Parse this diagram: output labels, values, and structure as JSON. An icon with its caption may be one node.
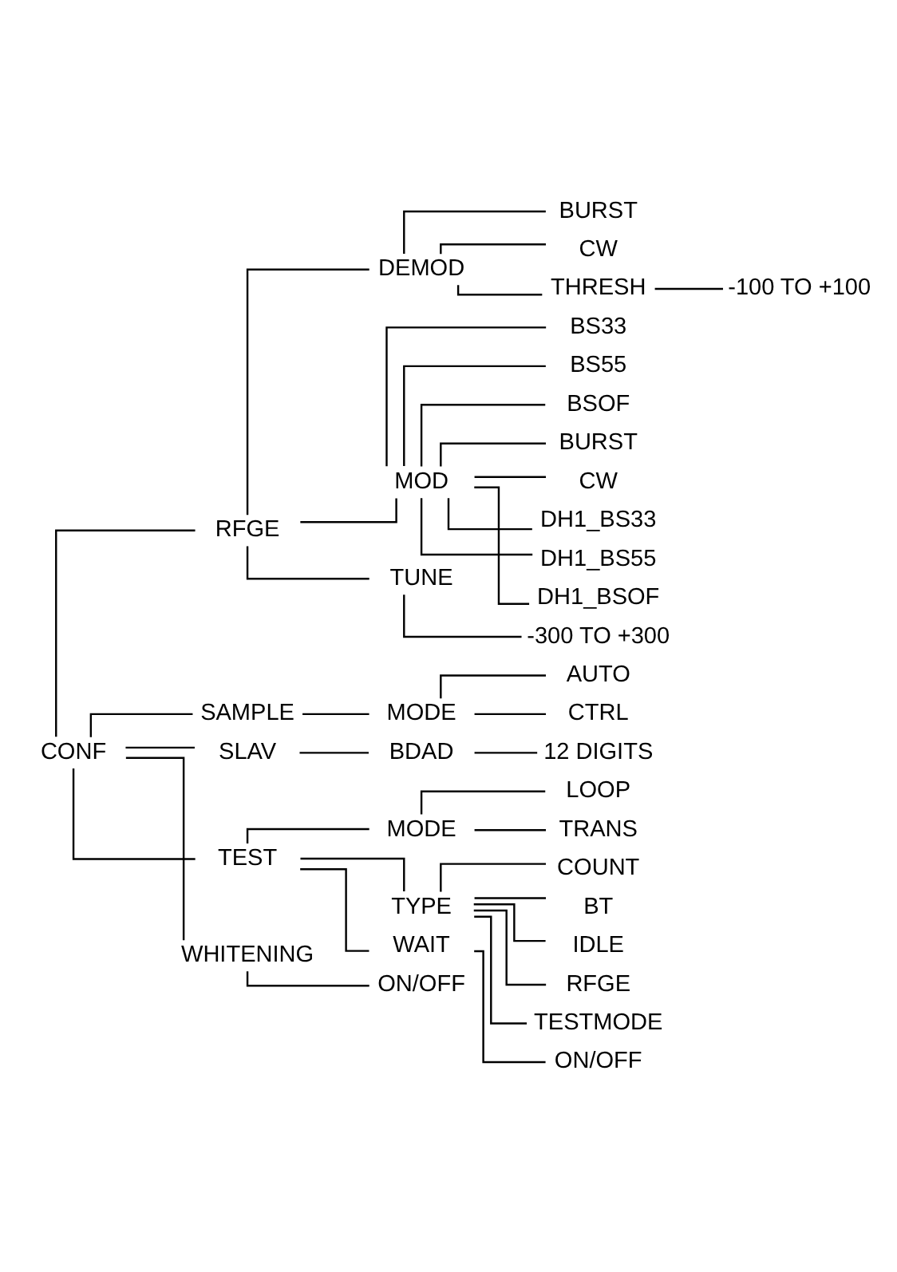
{
  "diagram": {
    "nodes": [
      {
        "text": [
          "CONF"
        ]
      },
      {
        "text": [
          "RFGE"
        ]
      },
      {
        "text": [
          "DEMOD"
        ]
      },
      {
        "text": [
          "BURST"
        ]
      },
      {
        "text": [
          "CW"
        ]
      },
      {
        "text": [
          "THRESH"
        ]
      },
      {
        "text": [
          "-100 TO +100"
        ]
      },
      {
        "text": [
          "MOD"
        ]
      },
      {
        "text": [
          "BS33"
        ]
      },
      {
        "text": [
          "BS55"
        ]
      },
      {
        "text": [
          "BSOF"
        ]
      },
      {
        "text": [
          "BURST"
        ]
      },
      {
        "text": [
          "CW"
        ]
      },
      {
        "text": [
          "DH1_BS33"
        ]
      },
      {
        "text": [
          "DH1_BS55"
        ]
      },
      {
        "text": [
          "DH1_BSOF"
        ]
      },
      {
        "text": [
          "TUNE"
        ]
      },
      {
        "text": [
          "-300 TO +300"
        ]
      },
      {
        "text": [
          "SAMPLE"
        ]
      },
      {
        "text": [
          "MODE"
        ]
      },
      {
        "text": [
          "AUTO"
        ]
      },
      {
        "text": [
          "CTRL"
        ]
      },
      {
        "text": [
          "SLAV"
        ]
      },
      {
        "text": [
          "BDAD"
        ]
      },
      {
        "text": [
          "12 DIGITS"
        ]
      },
      {
        "text": [
          "TEST"
        ]
      },
      {
        "text": [
          "MODE"
        ]
      },
      {
        "text": [
          "LOOP"
        ]
      },
      {
        "text": [
          "TRANS"
        ]
      },
      {
        "text": [
          "TYPE"
        ]
      },
      {
        "text": [
          "COUNT"
        ]
      },
      {
        "text": [
          "BT"
        ]
      },
      {
        "text": [
          "IDLE"
        ]
      },
      {
        "text": [
          "RFGE"
        ]
      },
      {
        "text": [
          "TESTMODE"
        ]
      },
      {
        "text": [
          "WAIT"
        ]
      },
      {
        "text": [
          "ON/OFF"
        ]
      },
      {
        "text": [
          "WHITENING"
        ]
      },
      {
        "text": [
          "ON/OFF"
        ]
      }
    ],
    "edges": [
      {
        "from": 0,
        "to": 1,
        "arrow": "none"
      },
      {
        "from": 1,
        "to": 2,
        "arrow": "none"
      },
      {
        "from": 2,
        "to": 3,
        "arrow": "none"
      },
      {
        "from": 2,
        "to": 4,
        "arrow": "none"
      },
      {
        "from": 2,
        "to": 5,
        "arrow": "none"
      },
      {
        "from": 5,
        "to": 6,
        "arrow": "none"
      },
      {
        "from": 1,
        "to": 7,
        "arrow": "none"
      },
      {
        "from": 7,
        "to": 8,
        "arrow": "none"
      },
      {
        "from": 7,
        "to": 9,
        "arrow": "none"
      },
      {
        "from": 7,
        "to": 10,
        "arrow": "none"
      },
      {
        "from": 7,
        "to": 11,
        "arrow": "none"
      },
      {
        "from": 7,
        "to": 12,
        "arrow": "none"
      },
      {
        "from": 7,
        "to": 13,
        "arrow": "none"
      },
      {
        "from": 7,
        "to": 14,
        "arrow": "none"
      },
      {
        "from": 7,
        "to": 15,
        "arrow": "none"
      },
      {
        "from": 1,
        "to": 16,
        "arrow": "none"
      },
      {
        "from": 16,
        "to": 17,
        "arrow": "none"
      },
      {
        "from": 0,
        "to": 18,
        "arrow": "none"
      },
      {
        "from": 18,
        "to": 19,
        "arrow": "none"
      },
      {
        "from": 19,
        "to": 20,
        "arrow": "none"
      },
      {
        "from": 19,
        "to": 21,
        "arrow": "none"
      },
      {
        "from": 0,
        "to": 22,
        "arrow": "none"
      },
      {
        "from": 22,
        "to": 23,
        "arrow": "none"
      },
      {
        "from": 23,
        "to": 24,
        "arrow": "none"
      },
      {
        "from": 0,
        "to": 25,
        "arrow": "none"
      },
      {
        "from": 25,
        "to": 26,
        "arrow": "none"
      },
      {
        "from": 26,
        "to": 27,
        "arrow": "none"
      },
      {
        "from": 26,
        "to": 28,
        "arrow": "none"
      },
      {
        "from": 25,
        "to": 29,
        "arrow": "none"
      },
      {
        "from": 29,
        "to": 30,
        "arrow": "none"
      },
      {
        "from": 29,
        "to": 31,
        "arrow": "none"
      },
      {
        "from": 29,
        "to": 32,
        "arrow": "none"
      },
      {
        "from": 29,
        "to": 33,
        "arrow": "none"
      },
      {
        "from": 29,
        "to": 34,
        "arrow": "none"
      },
      {
        "from": 25,
        "to": 35,
        "arrow": "none"
      },
      {
        "from": 35,
        "to": 36,
        "arrow": "none"
      },
      {
        "from": 0,
        "to": 37,
        "arrow": "none"
      },
      {
        "from": 37,
        "to": 38,
        "arrow": "none"
      }
    ]
  }
}
